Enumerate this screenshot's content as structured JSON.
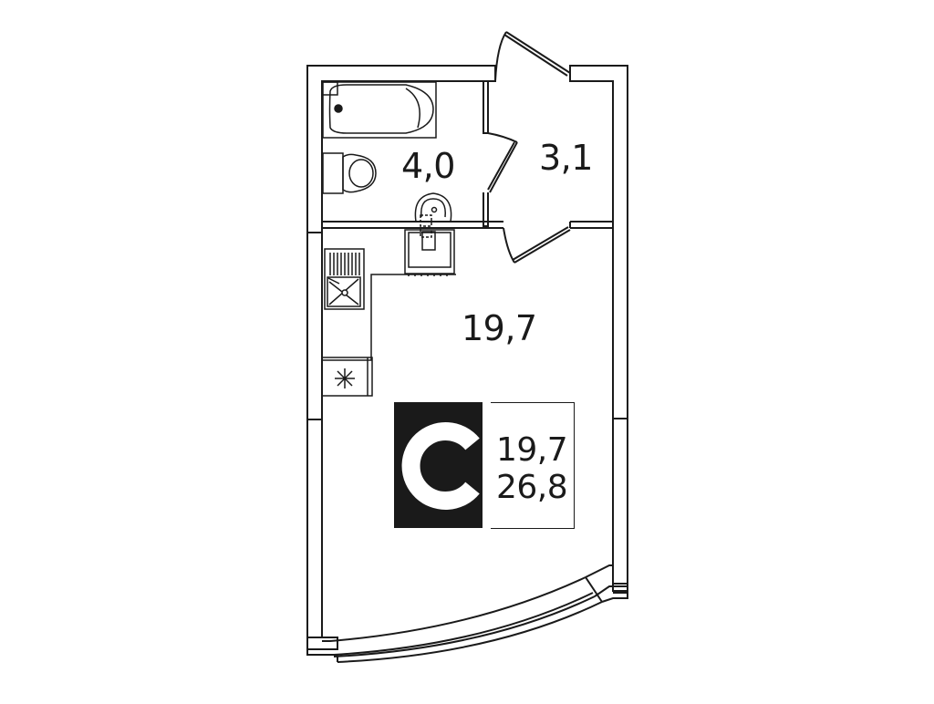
{
  "floor_plan": {
    "type": "studio apartment layout",
    "rooms": [
      {
        "id": "bathroom",
        "area_label": "4,0"
      },
      {
        "id": "hallway",
        "area_label": "3,1"
      },
      {
        "id": "living_room",
        "area_label": "19,7"
      }
    ],
    "badge": {
      "letter": "C",
      "living_area": "19,7",
      "total_area": "26,8"
    },
    "fixtures": [
      "bathtub",
      "toilet",
      "washbasin",
      "washing-machine",
      "kitchen-sink",
      "stove"
    ],
    "colors": {
      "line": "#1a1a1a",
      "background": "#ffffff",
      "badge_fill": "#1a1a1a",
      "badge_letter": "#ffffff"
    }
  }
}
